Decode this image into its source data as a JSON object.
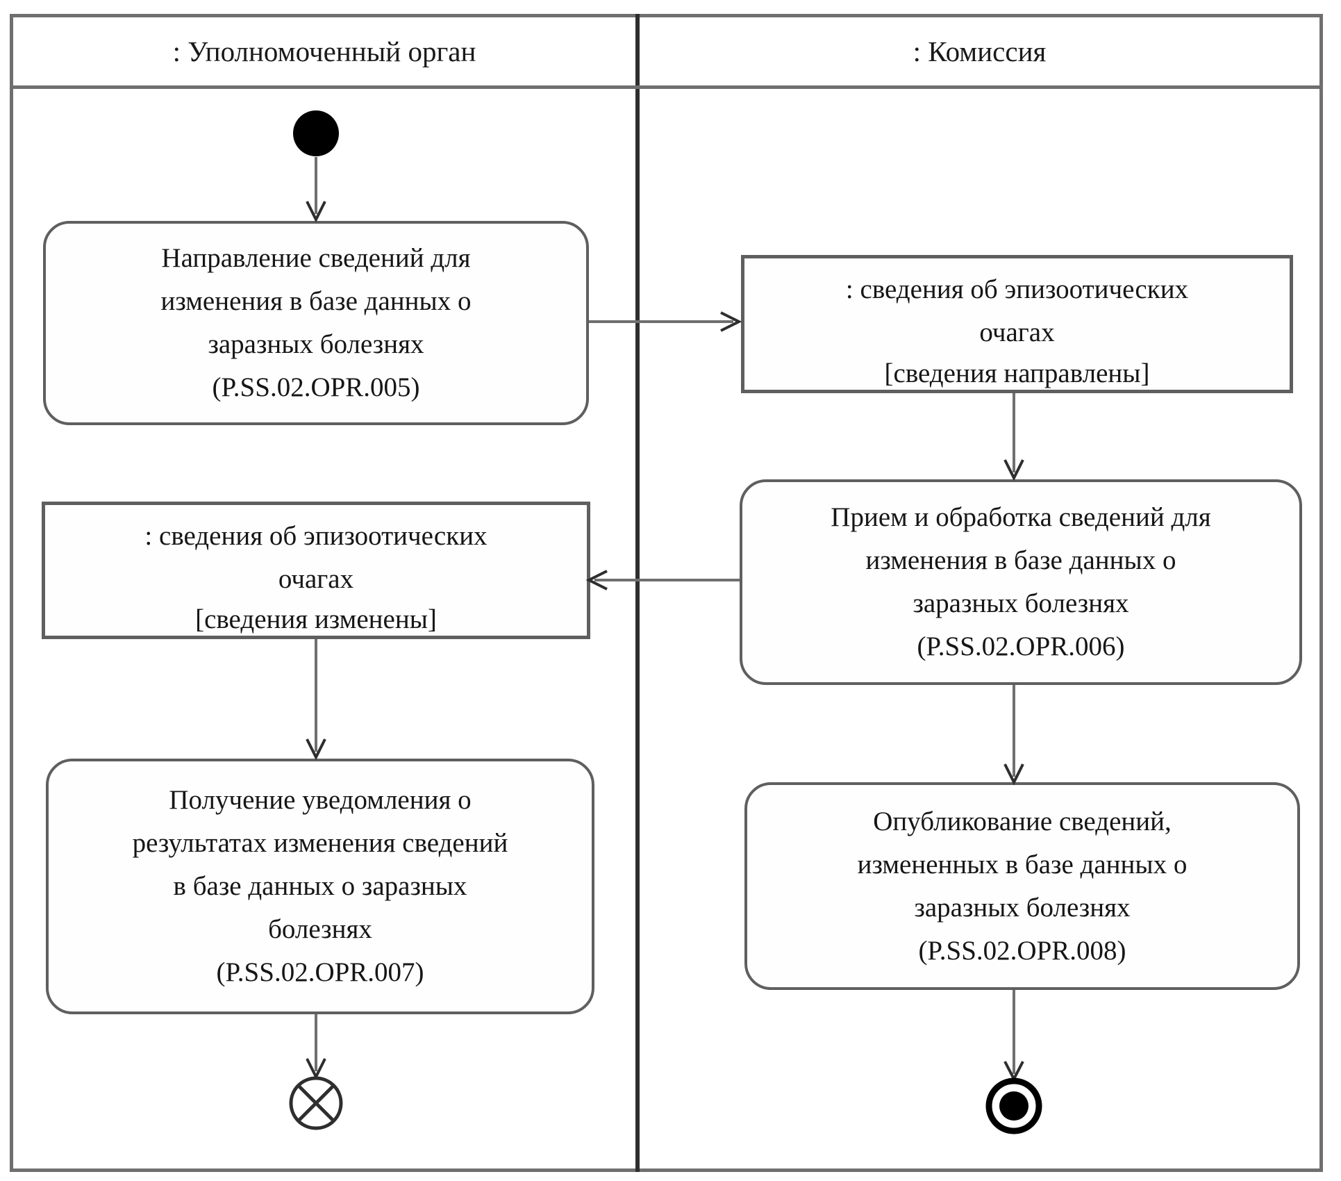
{
  "lanes": [
    {
      "label": ": Уполномоченный орган"
    },
    {
      "label": ": Комиссия"
    }
  ],
  "activities": {
    "a005": {
      "lines": [
        "Направление сведений для",
        "изменения в базе данных о",
        "заразных болезнях",
        "(P.SS.02.OPR.005)"
      ]
    },
    "a006": {
      "lines": [
        "Прием и обработка сведений для",
        "изменения в базе данных о",
        "заразных болезнях",
        "(P.SS.02.OPR.006)"
      ]
    },
    "a007": {
      "lines": [
        "Получение уведомления о",
        "результатах изменения сведений",
        "в базе данных о заразных",
        "болезнях",
        "(P.SS.02.OPR.007)"
      ]
    },
    "a008": {
      "lines": [
        "Опубликование сведений,",
        "измененных в базе данных о",
        "заразных болезнях",
        "(P.SS.02.OPR.008)"
      ]
    }
  },
  "objects": {
    "sent": {
      "name_lines": [
        ": сведения об эпизоотических",
        "очагах"
      ],
      "guard": "[сведения направлены]"
    },
    "changed": {
      "name_lines": [
        ": сведения об эпизоотических",
        "очагах"
      ],
      "guard": "[сведения изменены]"
    }
  },
  "colors": {
    "background": "#ffffff",
    "box_border": "#5f5f5f",
    "lane_divider": "#2e2e2e",
    "connector": "#6f6f6f",
    "arrowhead": "#2e2e2e",
    "text": "#161616",
    "node_fill": "#000000"
  }
}
